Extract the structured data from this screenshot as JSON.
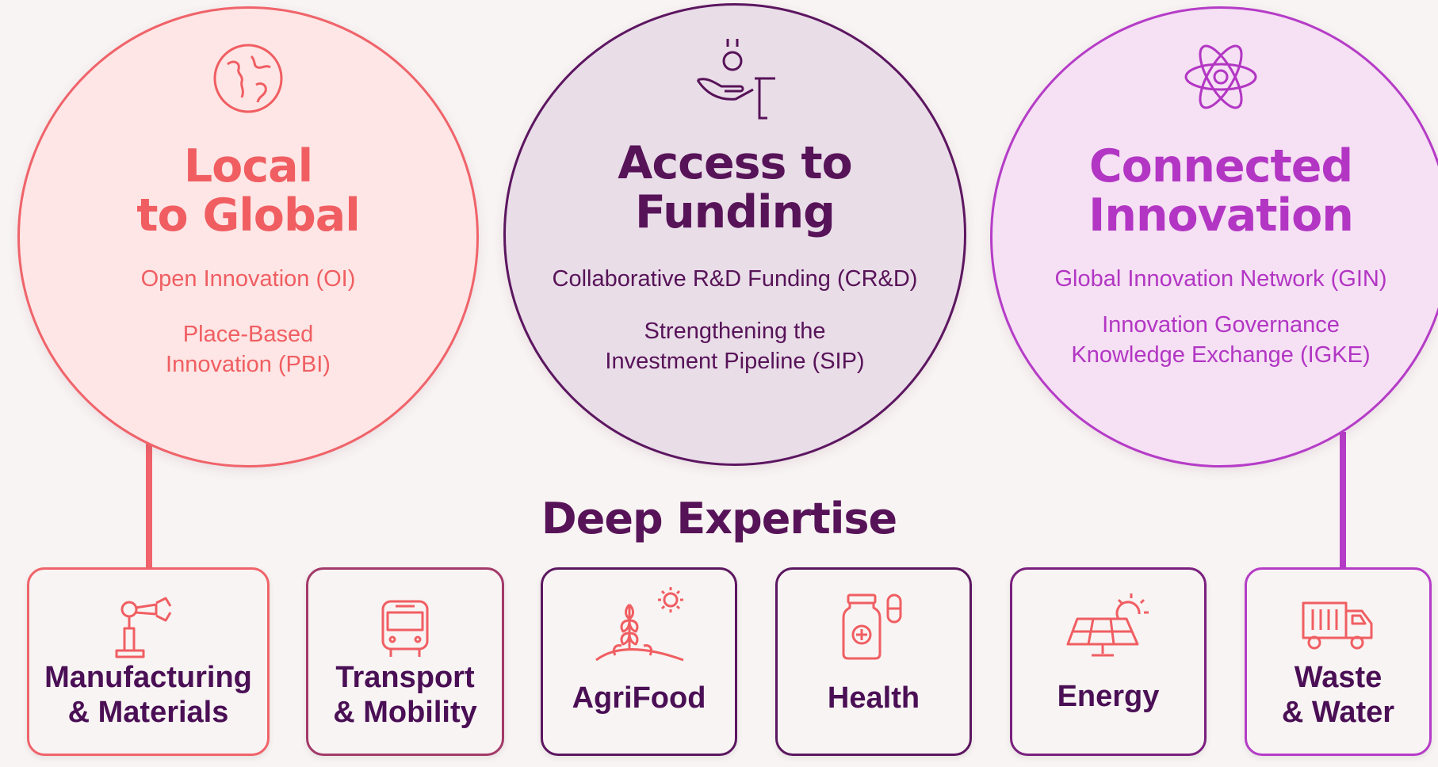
{
  "colors": {
    "coral": "#f0636a",
    "plum": "#5c1660",
    "magenta": "#b53cc7",
    "background": "#f8f4f3"
  },
  "pillars": [
    {
      "icon": "globe-icon",
      "title_line1": "Local",
      "title_line2": "to Global",
      "item1": "Open Innovation (OI)",
      "item2_line1": "Place-Based",
      "item2_line2": "Innovation (PBI)"
    },
    {
      "icon": "hand-coin-icon",
      "title_line1": "Access to",
      "title_line2": "Funding",
      "item1": "Collaborative R&D Funding (CR&D)",
      "item2_line1": "Strengthening the",
      "item2_line2": "Investment Pipeline (SIP)"
    },
    {
      "icon": "atom-icon",
      "title_line1": "Connected",
      "title_line2": "Innovation",
      "item1": "Global Innovation Network (GIN)",
      "item2_line1": "Innovation Governance",
      "item2_line2": "Knowledge Exchange (IGKE)"
    }
  ],
  "expertise": {
    "title": "Deep Expertise",
    "sectors": [
      {
        "icon": "robot-arm-icon",
        "line1": "Manufacturing",
        "line2": "& Materials"
      },
      {
        "icon": "bus-icon",
        "line1": "Transport",
        "line2": "& Mobility"
      },
      {
        "icon": "wheat-sun-icon",
        "line1": "AgriFood",
        "line2": ""
      },
      {
        "icon": "medicine-bottle-icon",
        "line1": "Health",
        "line2": ""
      },
      {
        "icon": "solar-panel-icon",
        "line1": "Energy",
        "line2": ""
      },
      {
        "icon": "garbage-truck-icon",
        "line1": "Waste",
        "line2": "& Water"
      }
    ]
  }
}
